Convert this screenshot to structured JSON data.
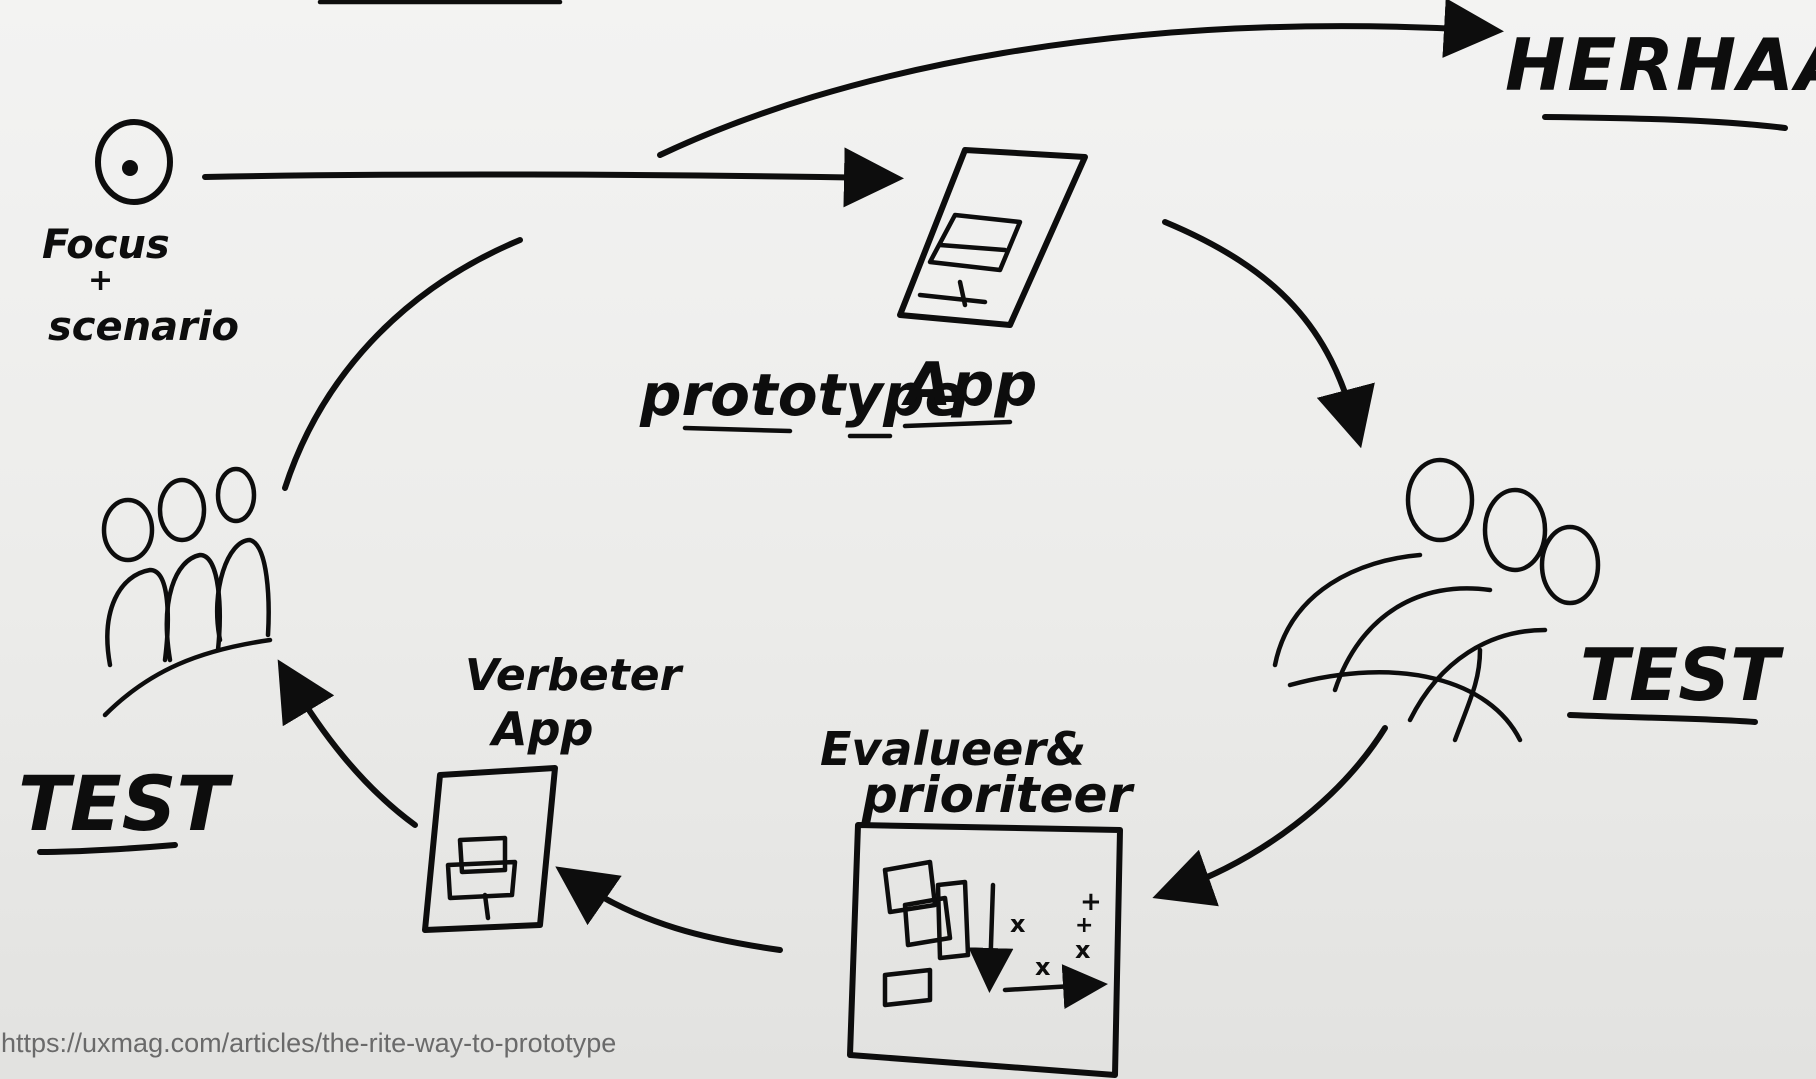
{
  "labels": {
    "focus_line1": "Focus",
    "focus_line2": "+",
    "focus_line3": "scenario",
    "prototype": "prototype",
    "app": "App",
    "herhaal": "HERHAAL",
    "test_right": "TEST",
    "test_left": "TEST",
    "evalueer_line1": "Evalueer&",
    "evalueer_line2": "prioriteer",
    "verbeter_line1": "Verbeter",
    "verbeter_line2": "App"
  },
  "credit": ": https://uxmag.com/articles/the-rite-way-to-prototype",
  "icons": [
    "target-icon",
    "phone-prototype-icon",
    "people-group-icon",
    "board-icon",
    "phone-improve-icon"
  ]
}
